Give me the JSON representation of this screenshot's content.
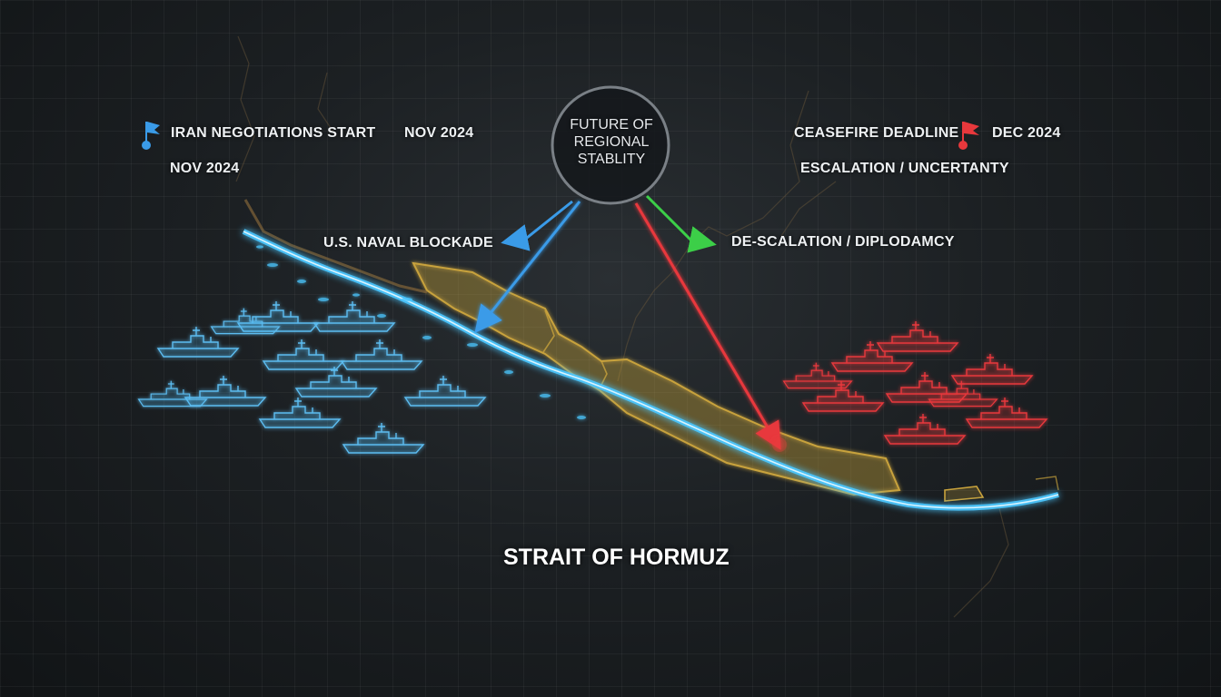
{
  "title": "STRAIT OF HORMUZ",
  "center": {
    "line1": "FUTURE OF",
    "line2": "REGIONAL",
    "line3": "STABLITY"
  },
  "left_timeline": {
    "event": "IRAN NEGOTIATIONS START",
    "date_top": "NOV 2024",
    "date_bottom": "NOV 2024"
  },
  "right_timeline": {
    "event": "CEASEFIRE DEADLINE",
    "date": "DEC 2024",
    "subtitle": "ESCALATION / UNCERTANTY"
  },
  "branches": {
    "left": "U.S. NAVAL BLOCKADE",
    "right": "DE-SCALATION / DIPLODAMCY"
  },
  "colors": {
    "blue": "#3a9be8",
    "red": "#e8383c",
    "green": "#3ccf48",
    "coast_blue": "#4cc7ff",
    "land_gold": "#c8a23c"
  },
  "fleets": {
    "blue_ship_count": 12,
    "red_ship_count": 9
  }
}
